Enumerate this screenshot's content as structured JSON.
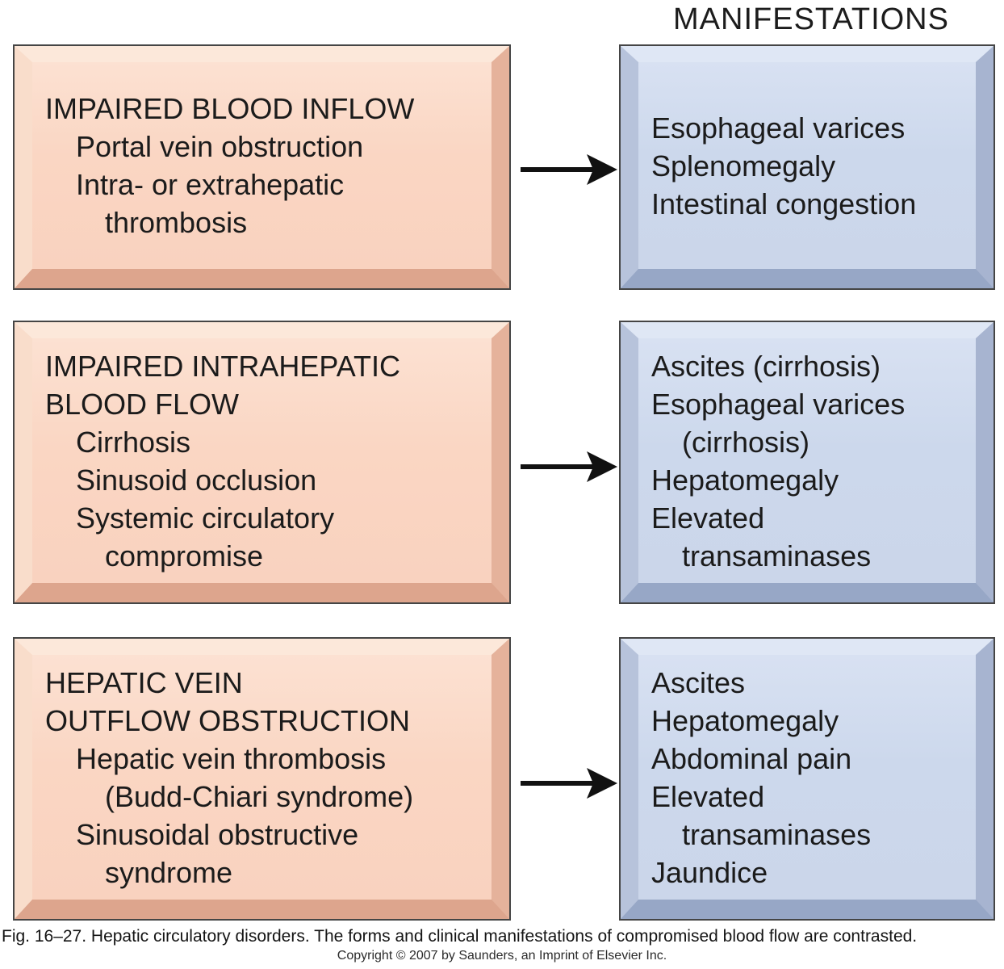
{
  "title": "MANIFESTATIONS",
  "rows": [
    {
      "cause": {
        "lines": [
          "IMPAIRED BLOOD INFLOW",
          "Portal vein obstruction",
          "Intra- or extrahepatic",
          "thrombosis"
        ]
      },
      "manifestations": {
        "lines": [
          "Esophageal varices",
          "Splenomegaly",
          "Intestinal congestion"
        ]
      }
    },
    {
      "cause": {
        "lines": [
          "IMPAIRED INTRAHEPATIC",
          "BLOOD FLOW",
          "Cirrhosis",
          "Sinusoid occlusion",
          "Systemic circulatory",
          "compromise"
        ]
      },
      "manifestations": {
        "lines": [
          "Ascites (cirrhosis)",
          "Esophageal varices",
          "(cirrhosis)",
          "Hepatomegaly",
          "Elevated",
          "transaminases"
        ]
      }
    },
    {
      "cause": {
        "lines": [
          "HEPATIC VEIN",
          "OUTFLOW OBSTRUCTION",
          "Hepatic vein thrombosis",
          "(Budd-Chiari syndrome)",
          "Sinusoidal obstructive",
          "syndrome"
        ]
      },
      "manifestations": {
        "lines": [
          "Ascites",
          "Hepatomegaly",
          "Abdominal pain",
          "Elevated",
          "transaminases",
          "Jaundice"
        ]
      }
    }
  ],
  "caption": "Fig. 16–27. Hepatic circulatory disorders. The forms and clinical manifestations of compromised blood flow are contrasted.",
  "copyright": "Copyright © 2007 by Saunders, an Imprint of Elsevier Inc.",
  "colors": {
    "cause_box_fill": "#fad6c3",
    "cause_box_bevel_light": "#fce8da",
    "cause_box_bevel_dark": "#dda58d",
    "manifestation_box_fill": "#ccd8ec",
    "manifestation_box_bevel_light": "#dfe7f5",
    "manifestation_box_bevel_dark": "#97a7c6",
    "arrow": "#111111",
    "border": "#454545",
    "text": "#1a1a1a"
  }
}
